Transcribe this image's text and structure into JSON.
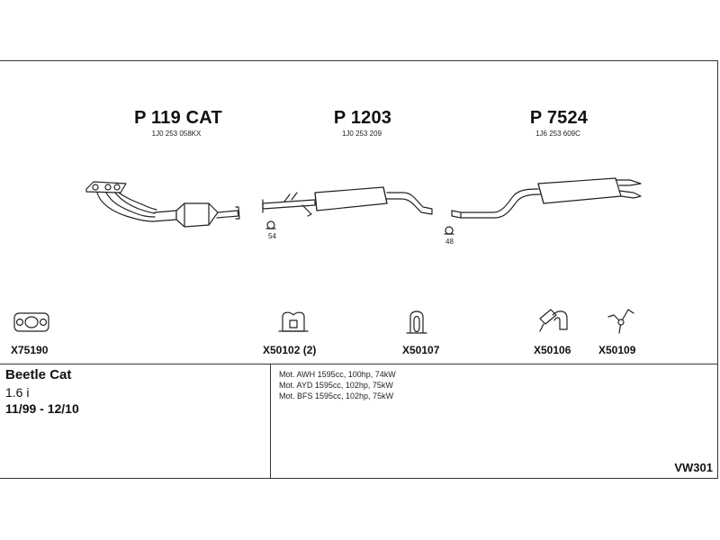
{
  "parts": [
    {
      "code": "P 119 CAT",
      "oe": "1J0 253 058KX",
      "clamp": ""
    },
    {
      "code": "P 1203",
      "oe": "1J0 253 209",
      "clamp": "54"
    },
    {
      "code": "P 7524",
      "oe": "1J6 253 609C",
      "clamp": "48"
    }
  ],
  "accessories": [
    {
      "code": "X75190",
      "icon": "gasket-icon"
    },
    {
      "code": "X50102 (2)",
      "icon": "rubber-mount-icon"
    },
    {
      "code": "X50107",
      "icon": "rubber-hanger-icon"
    },
    {
      "code": "X50106",
      "icon": "bracket-hanger-icon"
    },
    {
      "code": "X50109",
      "icon": "y-hanger-icon"
    }
  ],
  "vehicle": {
    "name": "Beetle Cat",
    "engine": "1.6 i",
    "years": "11/99 - 12/10"
  },
  "motors": [
    "Mot. AWH 1595cc, 100hp, 74kW",
    "Mot. AYD 1595cc, 102hp, 75kW",
    "Mot. BFS 1595cc, 102hp, 75kW"
  ],
  "diagram_code": "VW301"
}
